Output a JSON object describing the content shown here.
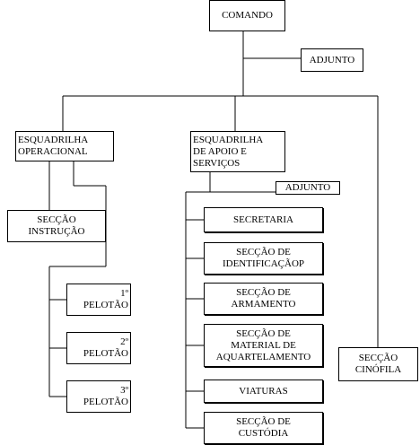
{
  "org_chart": {
    "comando": "COMANDO",
    "adjunto_top": "ADJUNTO",
    "esquadrilha_operacional": "ESQUADRILHA\nOPERACIONAL",
    "seccao_instrucao": "SECÇÃO\nINSTRUÇÃO",
    "pelotao_1": "1º\nPELOTÃO",
    "pelotao_2": "2º\nPELOTÃO",
    "pelotao_3": "3º\nPELOTÃO",
    "esquadrilha_apoio": "ESQUADRILHA\nDE APOIO E\nSERVIÇOS",
    "adjunto_apoio": "ADJUNTO",
    "secretaria": "SECRETARIA",
    "seccao_identificacao": "SECÇÃO DE\nIDENTIFICAÇÃOP",
    "seccao_armamento": "SECÇÃO DE\nARMAMENTO",
    "seccao_material": "SECÇÃO DE\nMATERIAL DE\nAQUARTELAMENTO",
    "viaturas": "VIATURAS",
    "seccao_custodia": "SECÇÃO DE\nCUSTÓDIA",
    "seccao_cinofila": "SECÇÃO\nCINÓFILA"
  },
  "colors": {
    "line": "#000000",
    "box_border": "#000000",
    "background": "#ffffff"
  }
}
